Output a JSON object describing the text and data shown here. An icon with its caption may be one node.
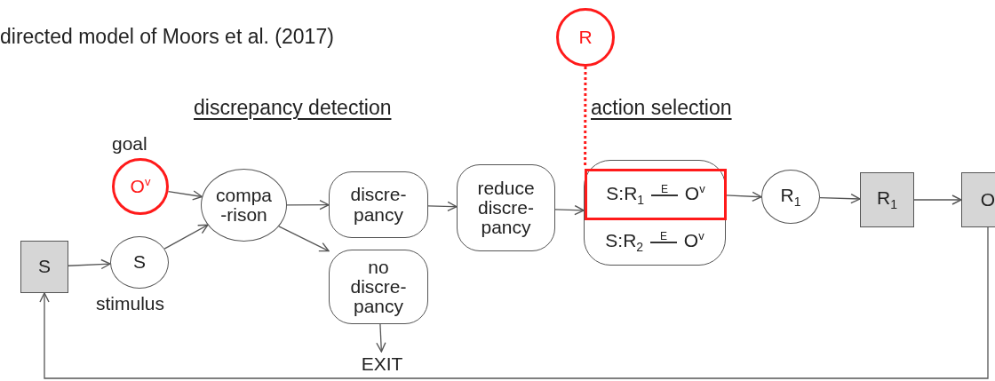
{
  "diagram": {
    "title": "directed model of Moors et al. (2017)",
    "nodes": [
      {
        "text": [
          "O$^{v}$"
        ],
        "beside": [
          "goal"
        ]
      },
      {
        "text": [
          "S"
        ]
      },
      {
        "text": [
          "S"
        ],
        "beside": [
          "stimulus"
        ]
      },
      {
        "text": [
          "compa -rison"
        ]
      },
      {
        "text": [
          "discre- pancy"
        ]
      },
      {
        "text": [
          "no discre- pancy"
        ]
      },
      {
        "text": [
          "EXIT"
        ]
      },
      {
        "text": [
          "reduce discre- pancy"
        ]
      },
      {
        "text": [
          "S:R$_{2}$ $^{E}$ O$^{v}$"
        ]
      },
      {
        "text": [
          "S:R$_{1}$ $^{E}$ O$^{v}$"
        ],
        "in": 8
      },
      {
        "text": [
          "R"
        ]
      },
      {
        "text": [
          "R$_{1}$"
        ]
      },
      {
        "text": [
          "R$_{1}$"
        ]
      },
      {
        "text": [
          "O"
        ]
      }
    ],
    "edges": [
      {
        "from": 1,
        "to": 2,
        "arrow": "to"
      },
      {
        "from": 0,
        "to": 3,
        "arrow": "to"
      },
      {
        "from": 2,
        "to": 3,
        "arrow": "to"
      },
      {
        "from": 3,
        "to": 4,
        "arrow": "to"
      },
      {
        "from": 3,
        "to": 5,
        "arrow": "to"
      },
      {
        "from": 5,
        "to": 6,
        "arrow": "to"
      },
      {
        "from": 4,
        "to": 7,
        "arrow": "to"
      },
      {
        "from": 7,
        "to": 8,
        "arrow": "to"
      },
      {
        "from": 9,
        "to": 11,
        "arrow": "to"
      },
      {
        "from": 11,
        "to": 12,
        "arrow": "to"
      },
      {
        "from": 12,
        "to": 13,
        "arrow": "to"
      },
      {
        "from": 13,
        "to": 1,
        "arrow": "to"
      },
      {
        "from": 10,
        "to": 9,
        "arrow": "none",
        "style": "dashed",
        "color": "#ff1a1a"
      }
    ],
    "labels": [
      "discrepancy detection",
      "action selection"
    ]
  }
}
